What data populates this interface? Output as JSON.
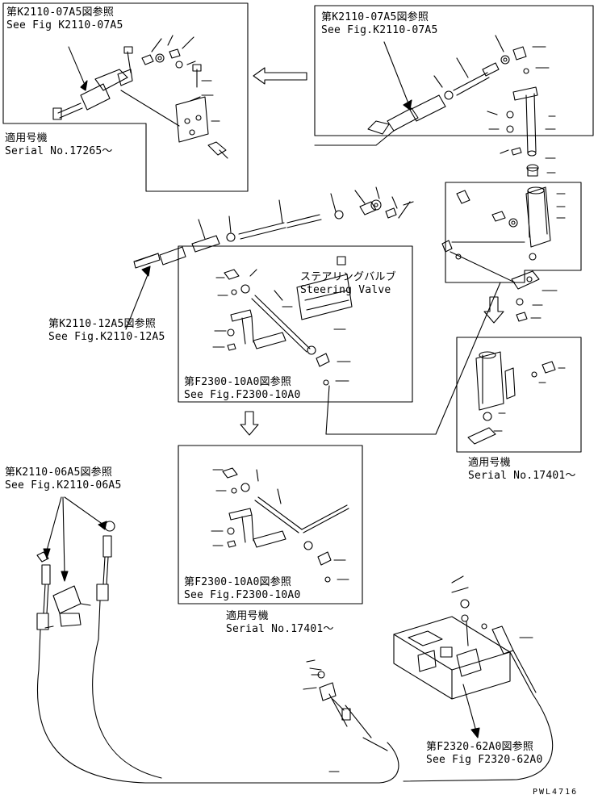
{
  "callouts": {
    "top_left_ref": {
      "jp": "第K2110-07A5図参照",
      "en": "See Fig K2110-07A5"
    },
    "top_left_serial": {
      "jp": "適用号機",
      "en": "Serial No.17265～"
    },
    "top_right_ref": {
      "jp": "第K2110-07A5図参照",
      "en": "See Fig.K2110-07A5"
    },
    "steering_valve": {
      "jp": "ステアリングバルブ",
      "en": "Steering Valve"
    },
    "mid_left_ref": {
      "jp": "第K2110-12A5図参照",
      "en": "See Fig.K2110-12A5"
    },
    "mid_center_ref": {
      "jp": "第F2300-10A0図参照",
      "en": "See Fig.F2300-10A0"
    },
    "mid_right_serial": {
      "jp": "適用号機",
      "en": "Serial No.17401～"
    },
    "left_ref": {
      "jp": "第K2110-06A5図参照",
      "en": "See Fig.K2110-06A5"
    },
    "lower_center_ref": {
      "jp": "第F2300-10A0図参照",
      "en": "See Fig.F2300-10A0"
    },
    "lower_center_serial": {
      "jp": "適用号機",
      "en": "Serial No.17401～"
    },
    "bottom_right_ref": {
      "jp": "第F2320-62A0図参照",
      "en": "See Fig F2320-62A0"
    }
  },
  "drawing_code": "PWL4716",
  "colors": {
    "ink": "#000000",
    "paper": "#ffffff"
  }
}
